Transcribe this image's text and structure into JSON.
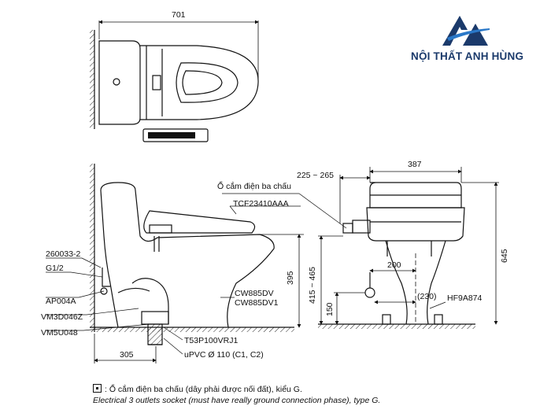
{
  "brand": {
    "name": "NỘI THẤT ANH HÙNG",
    "logo_icon": "mountain-logo-icon",
    "color": "#1b3a6b"
  },
  "dimensions": {
    "top_width": "701",
    "height_seat": "395",
    "height_total": "645",
    "outlet_range": "225 ~ 265",
    "side_width": "387",
    "supply_height": "415 ~ 465",
    "pipe_height": "150",
    "supply_offset": "200",
    "rough_in_side": "(230)",
    "rough_in": "305"
  },
  "labels": {
    "outlet_socket": "Ổ cắm điện ba chấu",
    "seat_model": "TCF23410AAA",
    "part_260033": "260033-2",
    "g12": "G1/2",
    "ap004a": "AP004A",
    "vm3d": "VM3D046Z",
    "vm5u": "VM5U048",
    "cw885dv": "CW885DV",
    "cw885dv1": "CW885DV1",
    "t53p": "T53P100VRJ1",
    "upvc": "uPVC Ø 110 (C1, C2)",
    "hf9a": "HF9A874"
  },
  "footnote": {
    "vi": "Ổ cắm điện ba chấu (dây phải được nối đất), kiểu G.",
    "en": "Electrical 3 outlets socket (must have really ground connection phase), type G."
  }
}
